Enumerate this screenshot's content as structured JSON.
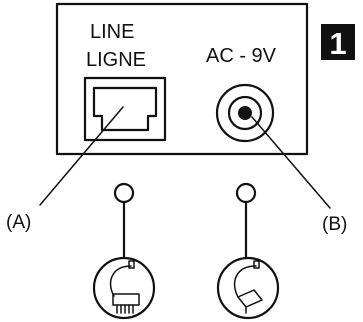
{
  "panel": {
    "line_label": "LINE",
    "ligne_label": "LIGNE",
    "ac_label": "AC - 9V"
  },
  "step_badge": "1",
  "callouts": {
    "a": "(A)",
    "b": "(B)"
  },
  "icons": {
    "left_plug": "phone-line-plug-icon",
    "right_plug": "ac-adapter-plug-icon"
  },
  "colors": {
    "ink": "#111111",
    "badge_fill": "#111111",
    "badge_text": "#ffffff",
    "background": "#ffffff"
  }
}
